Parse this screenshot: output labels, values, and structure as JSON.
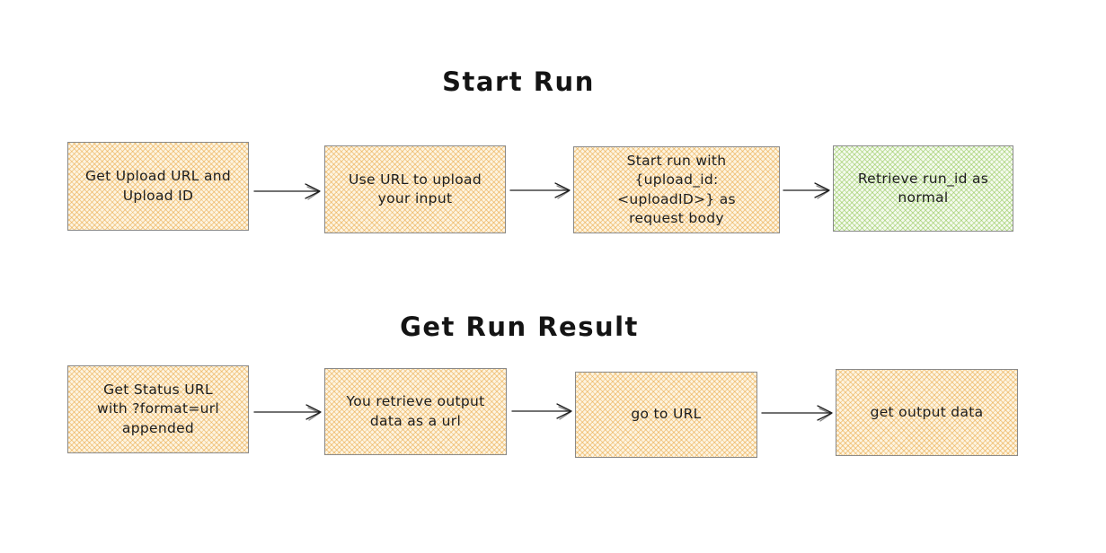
{
  "canvas": {
    "background": "#ffffff"
  },
  "colors": {
    "node_yellow_hatch": "#e9a33b",
    "node_yellow_base": "#fdf4e1",
    "node_green_hatch": "#8bc34a",
    "node_green_base": "#f4faee",
    "node_border": "#8a8a8a",
    "arrow": "#1e1e1e",
    "text": "#1d1d1d",
    "title": "#141414"
  },
  "sections": [
    {
      "title": "Start Run",
      "nodes": [
        {
          "label": "Get Upload URL and\nUpload ID",
          "color": "yellow"
        },
        {
          "label": "Use URL to upload\nyour input",
          "color": "yellow"
        },
        {
          "label": "Start run with\n{upload_id:\n<uploadID>} as\nrequest body",
          "color": "yellow"
        },
        {
          "label": "Retrieve run_id as\nnormal",
          "color": "green"
        }
      ],
      "edges": [
        [
          0,
          1
        ],
        [
          1,
          2
        ],
        [
          2,
          3
        ]
      ]
    },
    {
      "title": "Get Run Result",
      "nodes": [
        {
          "label": "Get Status URL\nwith ?format=url\nappended",
          "color": "yellow"
        },
        {
          "label": "You retrieve output\ndata as a url",
          "color": "yellow"
        },
        {
          "label": "go to URL",
          "color": "yellow"
        },
        {
          "label": "get output data",
          "color": "yellow"
        }
      ],
      "edges": [
        [
          0,
          1
        ],
        [
          1,
          2
        ],
        [
          2,
          3
        ]
      ]
    }
  ]
}
